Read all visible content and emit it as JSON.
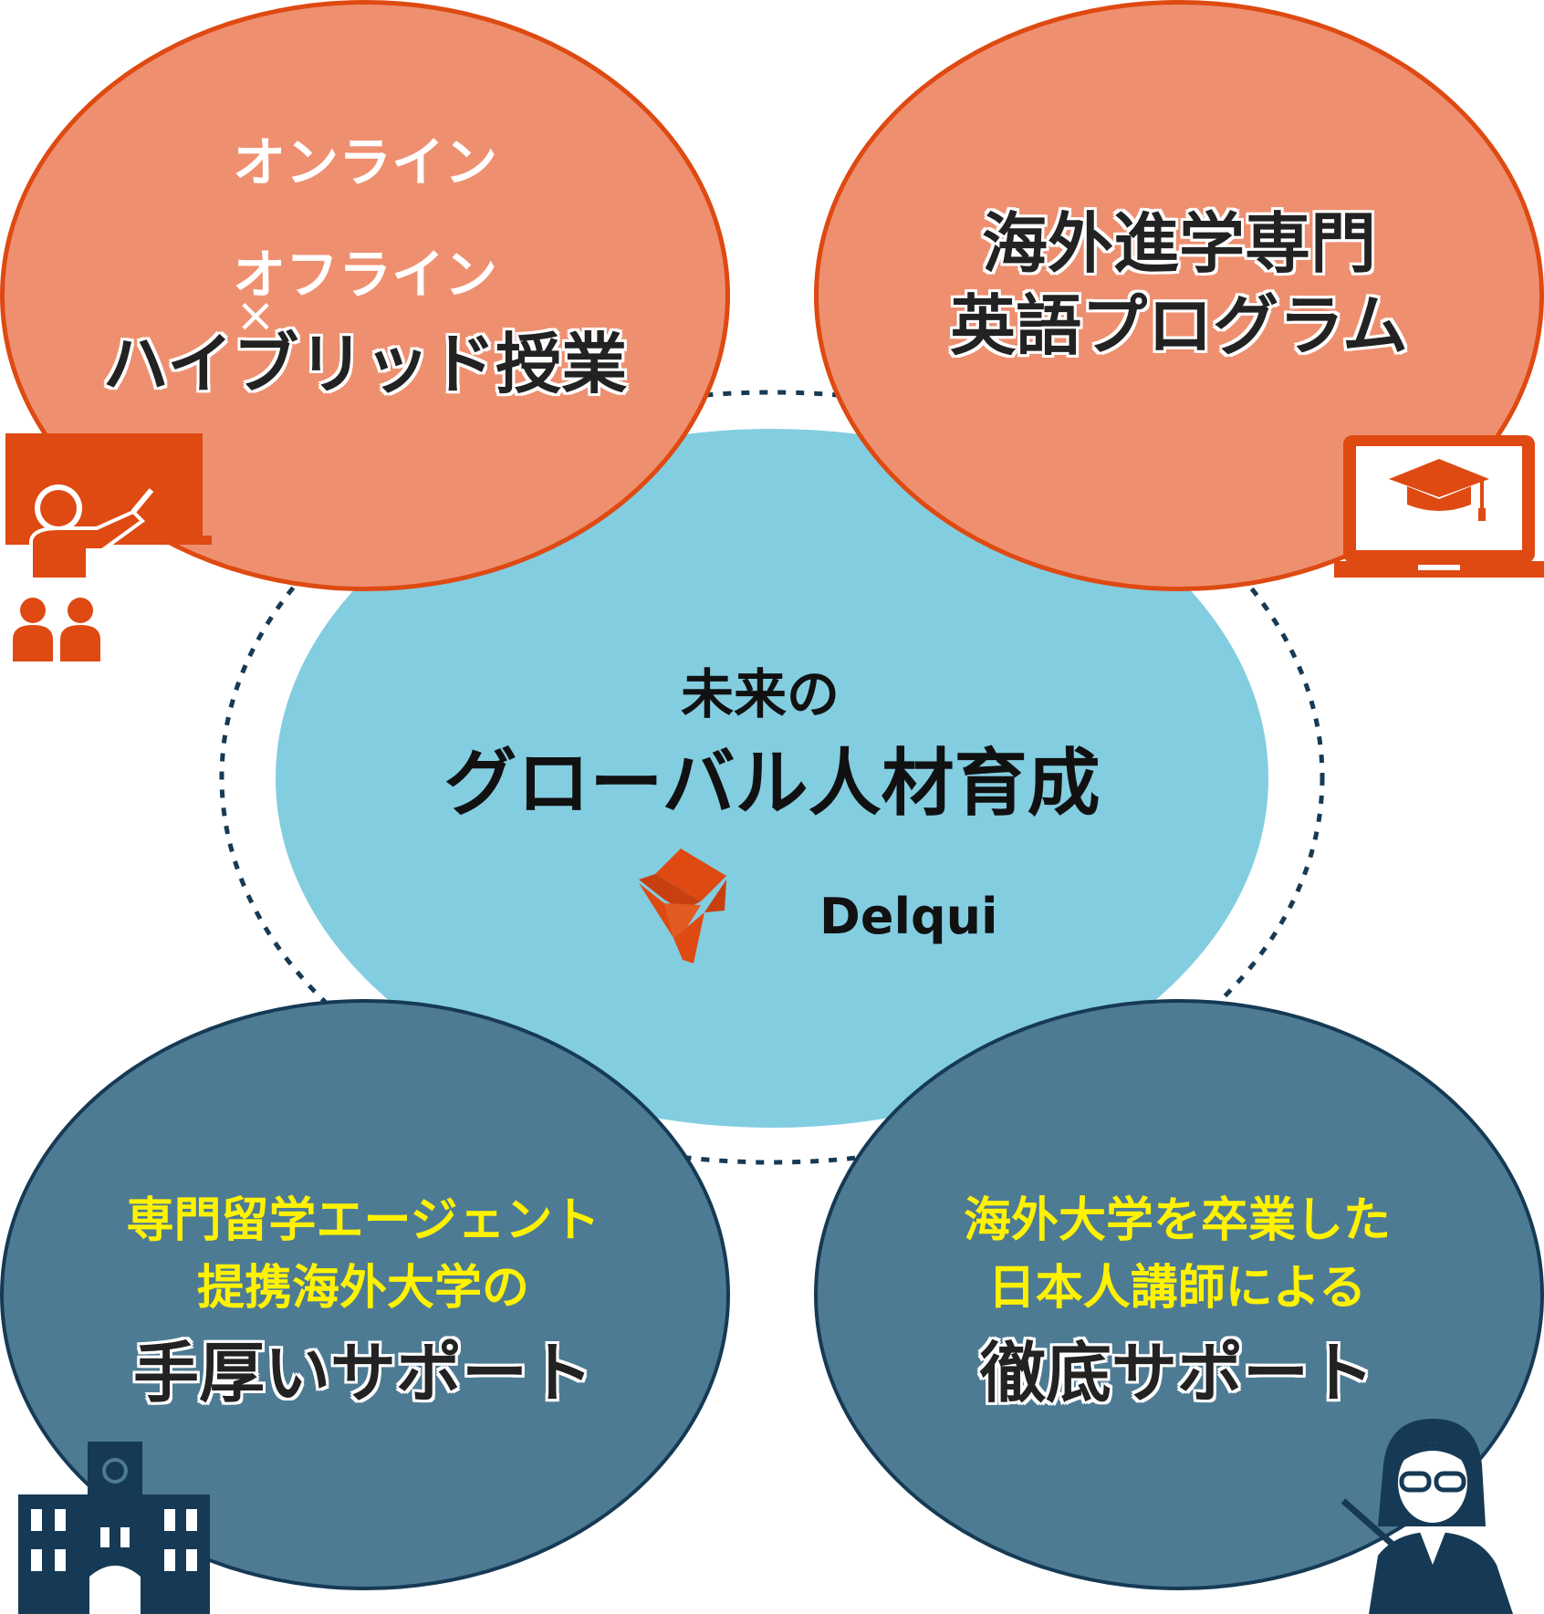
{
  "center": {
    "line1": "未来の",
    "line2": "グローバル人材育成",
    "logo_text": "Delqui"
  },
  "top_left": {
    "line1": "オンライン",
    "line2": "オフライン",
    "cross": "×",
    "line3": "ハイブリッド授業"
  },
  "top_right": {
    "line1": "海外進学専門",
    "line2": "英語プログラム"
  },
  "bottom_left": {
    "line1": "専門留学エージェント",
    "line2": "提携海外大学の",
    "line3": "手厚いサポート"
  },
  "bottom_right": {
    "line1": "海外大学を卒業した",
    "line2": "日本人講師による",
    "line3": "徹底サポート"
  },
  "colors": {
    "orange_fill": "#ee9070",
    "orange_accent": "#de4a12",
    "blue_fill": "#4e7b94",
    "blue_dark": "#163a55",
    "center_fill": "#83cde1",
    "yellow_text": "#fff200"
  },
  "icons": {
    "top_left": "teacher-blackboard-icon",
    "top_right": "laptop-graduation-cap-icon",
    "bottom_left": "university-building-icon",
    "bottom_right": "female-teacher-pointer-icon",
    "logo": "delqui-cube-logo-icon"
  }
}
